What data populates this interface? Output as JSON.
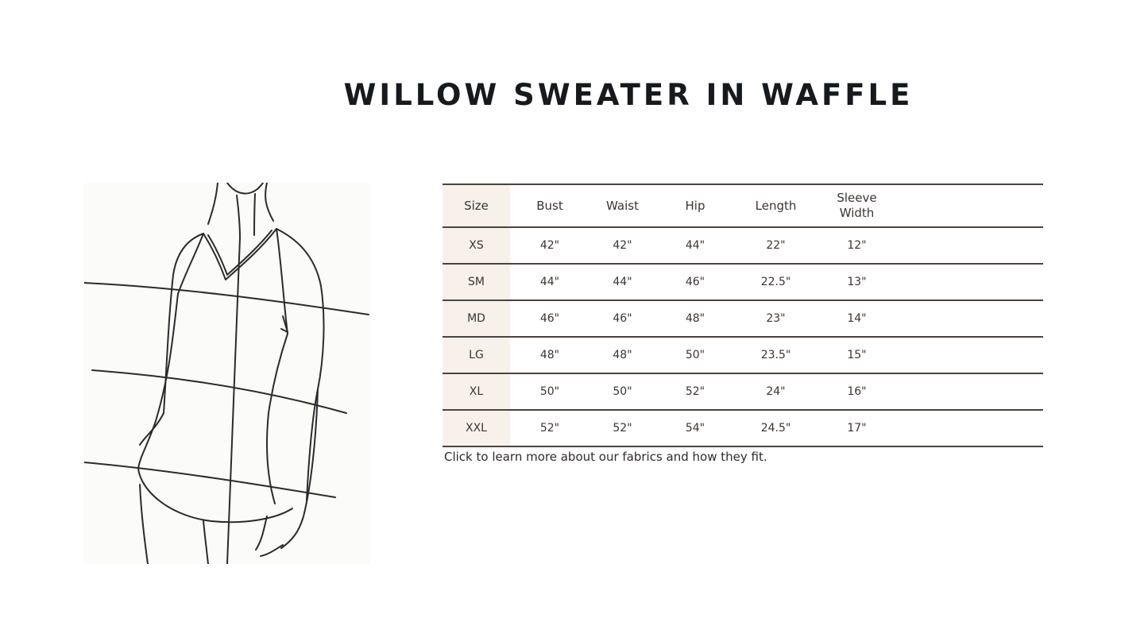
{
  "title": "WILLOW SWEATER IN WAFFLE",
  "table": {
    "headers": [
      "Size",
      "Bust",
      "Waist",
      "Hip",
      "Length",
      "Sleeve\nWidth"
    ],
    "rows": [
      [
        "XS",
        "42\"",
        "42\"",
        "44\"",
        "22\"",
        "12\""
      ],
      [
        "SM",
        "44\"",
        "44\"",
        "46\"",
        "22.5\"",
        "13\""
      ],
      [
        "MD",
        "46\"",
        "46\"",
        "48\"",
        "23\"",
        "14\""
      ],
      [
        "LG",
        "48\"",
        "48\"",
        "50\"",
        "23.5\"",
        "15\""
      ],
      [
        "XL",
        "50\"",
        "50\"",
        "52\"",
        "24\"",
        "16\""
      ],
      [
        "XXL",
        "52\"",
        "52\"",
        "54\"",
        "24.5\"",
        "17\""
      ]
    ]
  },
  "footnote": "Click to learn more about our fabrics and how they fit.",
  "colors": {
    "title": "#17191c",
    "text": "#3b3431",
    "rule": "#4a4340",
    "size_column_bg": "#f8f1ea"
  }
}
